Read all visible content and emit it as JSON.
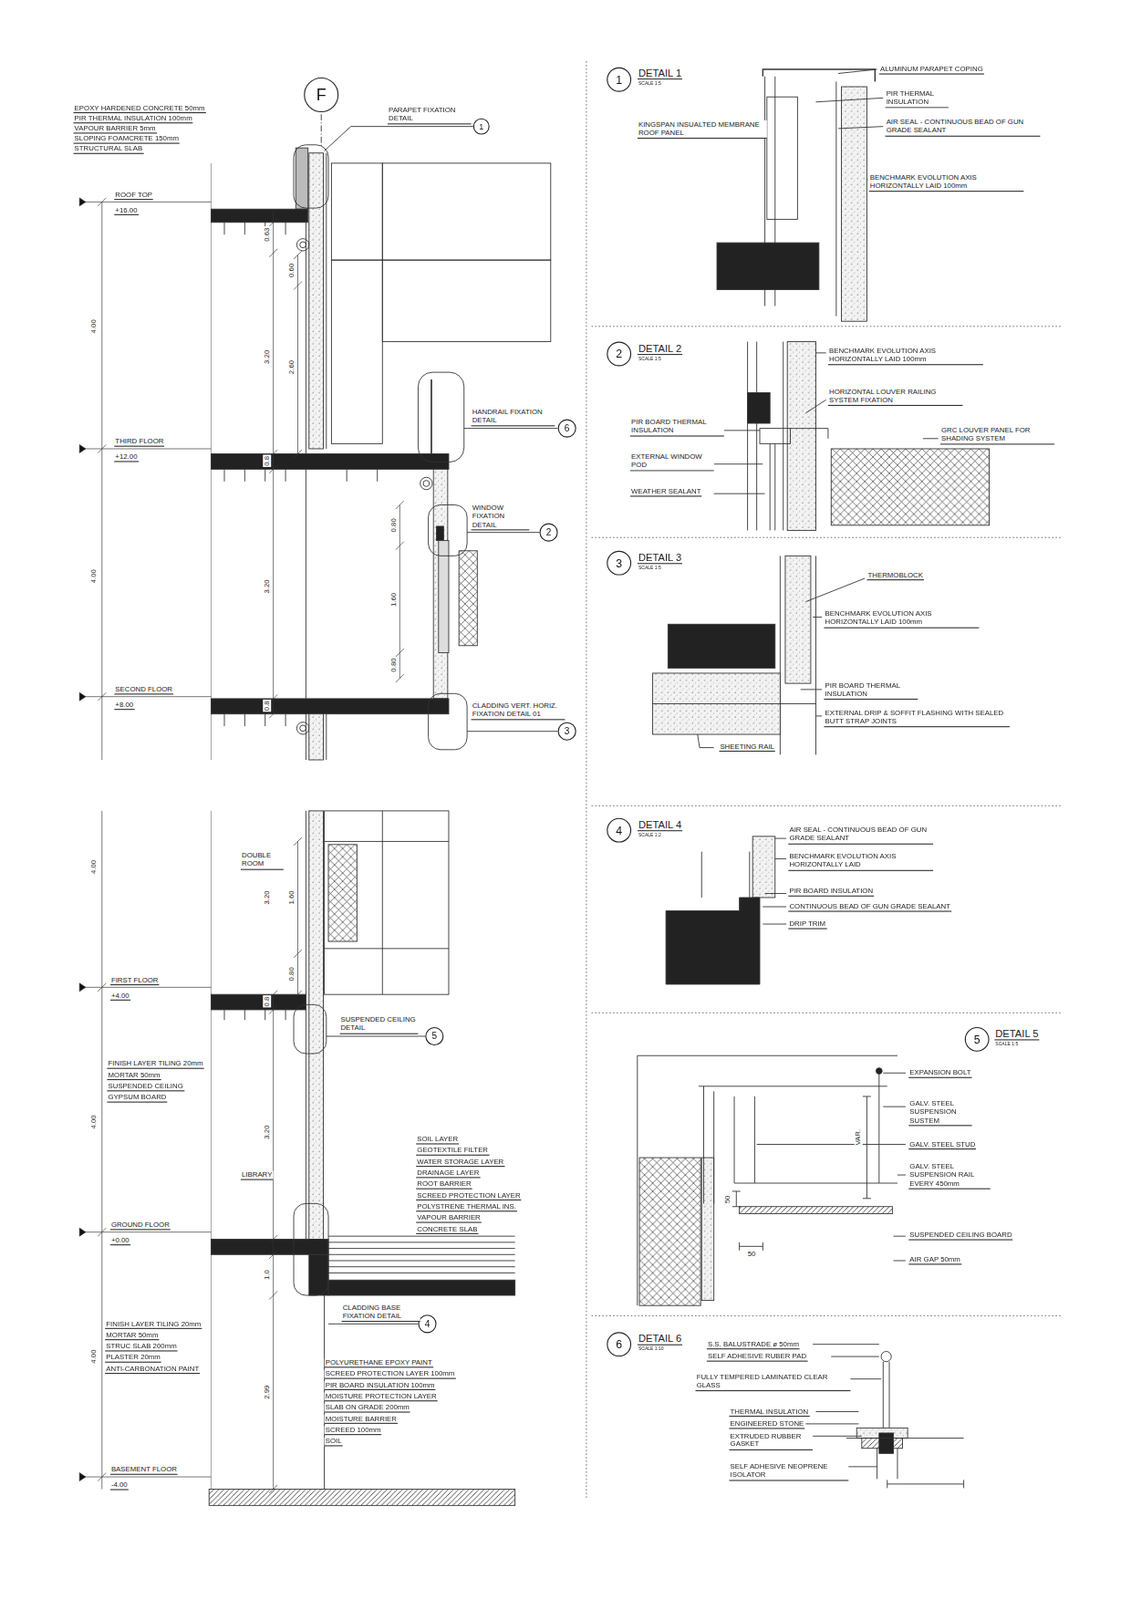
{
  "diagram": {
    "nodes": [
      {
        "text": [
          "F"
        ]
      },
      {
        "text": [
          "1"
        ]
      },
      {
        "text": [
          "6"
        ]
      },
      {
        "text": [
          "2"
        ]
      },
      {
        "text": [
          "3"
        ]
      },
      {
        "text": [
          "5"
        ]
      },
      {
        "text": [
          "4"
        ]
      },
      {
        "text": [
          "1"
        ]
      },
      {
        "text": [
          "2"
        ]
      },
      {
        "text": [
          "3"
        ]
      },
      {
        "text": [
          "4"
        ]
      },
      {
        "text": [
          "5"
        ]
      },
      {
        "text": [
          "6"
        ]
      }
    ],
    "labels": [
      "EPOXY HARDENED CONCRETE 50mm",
      "PIR THERMAL INSULATION 100mm",
      "VAPOUR BARRIER 5mm",
      "SLOPING FOAMCRETE 150mm",
      "STRUCTURAL SLAB",
      "PARAPET FIXATION DETAIL",
      "ROOF TOP",
      "+16.00",
      "4.00",
      "0.63",
      "0.60",
      "3.20",
      "2.60",
      "HANDRAIL FIXATION DETAIL",
      "THIRD FLOOR",
      "+12.00",
      "0.8",
      "WINDOW FIXATION DETAIL",
      "4.00",
      "0.80",
      "3.20",
      "1.60",
      "0.80",
      "SECOND FLOOR",
      "+8.00",
      "0.8",
      "CLADDING VERT. HORIZ. FIXATION DETAIL 01",
      "4.00",
      "DOUBLE ROOM",
      "3.20",
      "1.60",
      "0.80",
      "FIRST FLOOR",
      "+4.00",
      "0.8",
      "SUSPENDED CEILING DETAIL",
      "FINISH LAYER TILING 20mm",
      "MORTAR 50mm",
      "SUSPENDED CEILING",
      "GYPSUM BOARD",
      "4.00",
      "3.20",
      "LIBRARY",
      "SOIL LAYER",
      "GEOTEXTILE FILTER",
      "WATER STORAGE LAYER",
      "DRAINAGE LAYER",
      "ROOT BARRIER",
      "SCREED PROTECTION LAYER",
      "POLYSTRENE THERMAL INS.",
      "VAPOUR BARRIER",
      "CONCRETE SLAB",
      "GROUND FLOOR",
      "+0.00",
      "1.0",
      "CLADDING BASE FIXATION DETAIL",
      "FINISH LAYER TILING 20mm",
      "MORTAR 50mm",
      "STRUC SLAB 200mm",
      "PLASTER 20mm",
      "ANTI-CARBONATION PAINT",
      "POLYURETHANE EPOXY PAINT",
      "SCREED PROTECTION LAYER 100mm",
      "PIR BOARD INSULATION 100mm",
      "MOISTURE PROTECTION LAYER",
      "SLAB ON GRADE 200mm",
      "MOISTURE BARRIER",
      "SCREED 100mm",
      "SOIL",
      "4.00",
      "2.99",
      "BASEMENT FLOOR",
      "-4.00",
      "DETAIL 1",
      "SCALE 1:5",
      "ALUMINUM PARAPET COPING",
      "PIR THERMAL INSULATION",
      "AIR SEAL - CONTINUOUS BEAD OF GUN GRADE SEALANT",
      "KINGSPAN INSUALTED MEMBRANE ROOF PANEL",
      "BENCHMARK EVOLUTION AXIS HORIZONTALLY LAID 100mm",
      "DETAIL 2",
      "SCALE 1:5",
      "BENCHMARK EVOLUTION AXIS HORIZONTALLY LAID 100mm",
      "HORIZONTAL LOUVER RAILING SYSTEM FIXATION",
      "PIR BOARD THERMAL INSULATION",
      "GRC LOUVER PANEL FOR SHADING SYSTEM",
      "EXTERNAL WINDOW POD",
      "WEATHER SEALANT",
      "DETAIL 3",
      "SCALE 1:5",
      "THERMOBLOCK",
      "BENCHMARK EVOLUTION AXIS HORIZONTALLY LAID 100mm",
      "PIR BOARD THERMAL INSULATION",
      "EXTERNAL DRIP & SOFFIT FLASHING WITH SEALED BUTT STRAP JOINTS",
      "SHEETING RAIL",
      "DETAIL 4",
      "SCALE 1:2",
      "AIR SEAL - CONTINUOUS BEAD OF GUN GRADE SEALANT",
      "BENCHMARK EVOLUTION AXIS HORIZONTALLY LAID",
      "PIR BOARD INSULATION",
      "CONTINUOUS BEAD OF GUN GRADE SEALANT",
      "DRIP TRIM",
      "DETAIL 5",
      "SCALE 1:5",
      "EXPANSION BOLT",
      "GALV. STEEL SUSPENSION SUSTEM",
      "GALV. STEEL STUD",
      "GALV. STEEL SUSPENSION RAIL EVERY 450mm",
      "SUSPENDED CEILING BOARD",
      "AIR GAP 50mm",
      "VAR.",
      "50",
      "50",
      "DETAIL 6",
      "SCALE 1:10",
      "S.S. BALUSTRADE ø 50mm",
      "SELF ADHESIVE RUBER PAD",
      "FULLY TEMPERED LAMINATED CLEAR GLASS",
      "THERMAL INSULATION",
      "ENGINEERED STONE",
      "EXTRUDED RUBBER GASKET",
      "SELF ADHESIVE NEOPRENE ISOLATOR"
    ]
  }
}
